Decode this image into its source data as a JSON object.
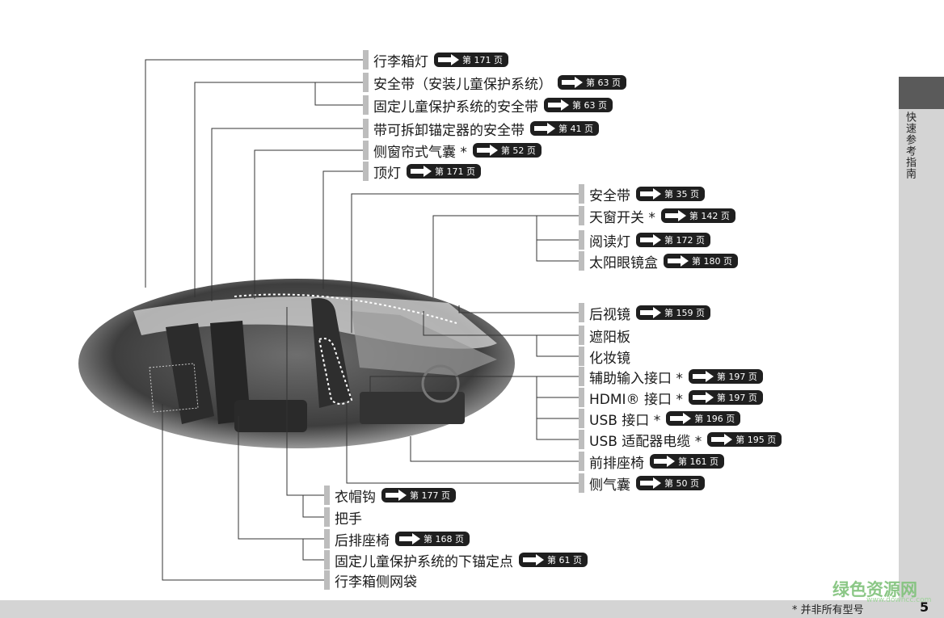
{
  "page": {
    "number": "5",
    "footnote": "* 并非所有型号",
    "side_title": "快速参考指南"
  },
  "watermark": {
    "text": "绿色资源网",
    "url": "www.downcc.com"
  },
  "callouts": {
    "c1": {
      "label": "行李箱灯",
      "ref": "第 171 页"
    },
    "c2": {
      "label": "安全带（安装儿童保护系统）",
      "ref": "第 63 页"
    },
    "c3": {
      "label": "固定儿童保护系统的安全带",
      "ref": "第 63 页"
    },
    "c4": {
      "label": "带可拆卸锚定器的安全带",
      "ref": "第 41 页"
    },
    "c5": {
      "label": "侧窗帘式气囊 *",
      "ref": "第 52 页"
    },
    "c6": {
      "label": "顶灯",
      "ref": "第 171 页"
    },
    "c7": {
      "label": "安全带",
      "ref": "第 35 页"
    },
    "c8": {
      "label": "天窗开关 *",
      "ref": "第 142 页"
    },
    "c9": {
      "label": "阅读灯",
      "ref": "第 172 页"
    },
    "c10": {
      "label": "太阳眼镜盒",
      "ref": "第 180 页"
    },
    "c11": {
      "label": "后视镜",
      "ref": "第 159 页"
    },
    "c12": {
      "label": "遮阳板",
      "ref": ""
    },
    "c13": {
      "label": "化妆镜",
      "ref": ""
    },
    "c14": {
      "label": "辅助输入接口 *",
      "ref": "第 197 页"
    },
    "c15": {
      "label": "HDMI® 接口 *",
      "ref": "第 197 页"
    },
    "c16": {
      "label": "USB 接口 *",
      "ref": "第 196 页"
    },
    "c17": {
      "label": "USB 适配器电缆 *",
      "ref": "第 195 页"
    },
    "c18": {
      "label": "前排座椅",
      "ref": "第 161 页"
    },
    "c19": {
      "label": "侧气囊",
      "ref": "第 50 页"
    },
    "c20": {
      "label": "衣帽钩",
      "ref": "第 177 页"
    },
    "c21": {
      "label": "把手",
      "ref": ""
    },
    "c22": {
      "label": "后排座椅",
      "ref": "第 168 页"
    },
    "c23": {
      "label": "固定儿童保护系统的下锚定点",
      "ref": "第 61 页"
    },
    "c24": {
      "label": "行李箱侧网袋",
      "ref": ""
    }
  }
}
